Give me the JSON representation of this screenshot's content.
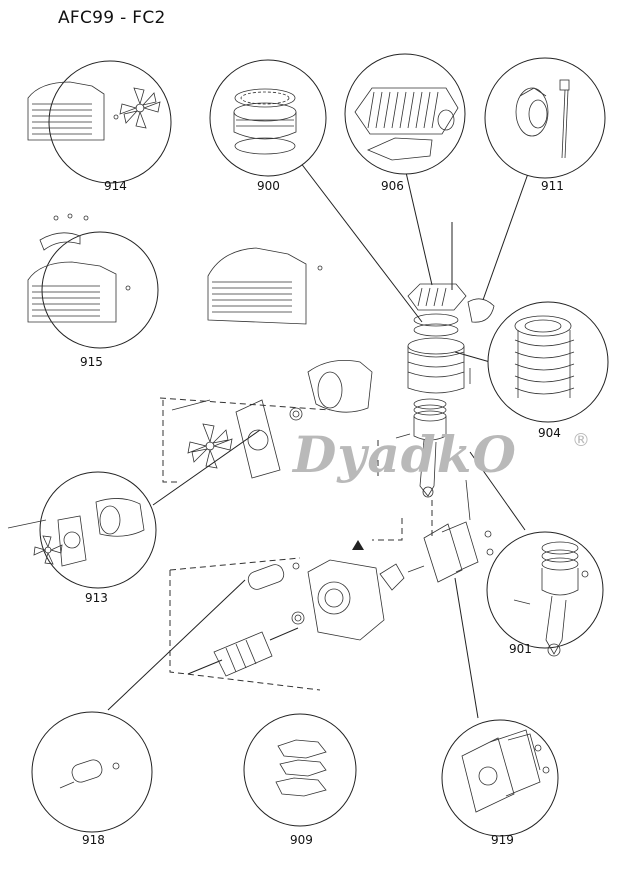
{
  "title": "AFC99 - FC2",
  "watermark": {
    "brand": "DyadkO",
    "registered": "®"
  },
  "parts": [
    {
      "id": "914",
      "label": "914"
    },
    {
      "id": "900",
      "label": "900"
    },
    {
      "id": "906",
      "label": "906"
    },
    {
      "id": "911",
      "label": "911"
    },
    {
      "id": "915",
      "label": "915"
    },
    {
      "id": "904",
      "label": "904"
    },
    {
      "id": "913",
      "label": "913"
    },
    {
      "id": "901",
      "label": "901"
    },
    {
      "id": "918",
      "label": "918"
    },
    {
      "id": "909",
      "label": "909"
    },
    {
      "id": "919",
      "label": "919"
    }
  ]
}
